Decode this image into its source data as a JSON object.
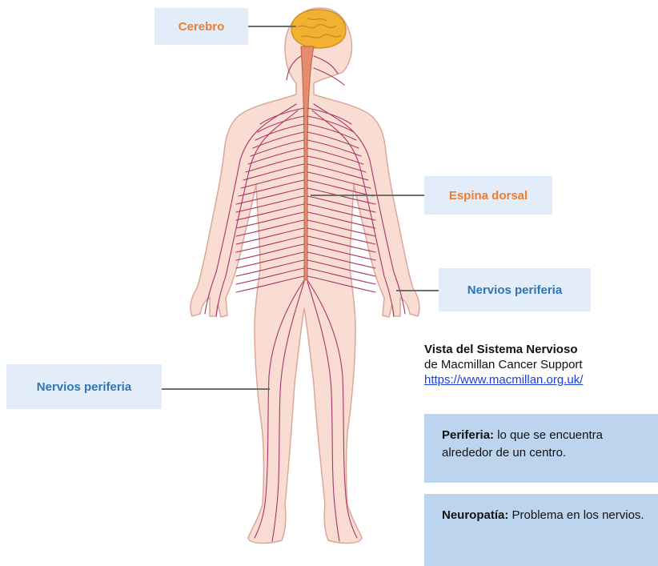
{
  "labels": {
    "brain": "Cerebro",
    "spine": "Espina dorsal",
    "peripheral_right": "Nervios periferia",
    "peripheral_left": "Nervios periferia"
  },
  "caption": {
    "title": "Vista del Sistema Nervioso",
    "credit": "de Macmillan Cancer Support",
    "link": "https://www.macmillan.org.uk/"
  },
  "definitions": [
    {
      "term": "Periferia:",
      "text": " lo que se encuentra alrededor de un centro."
    },
    {
      "term": "Neuropatía:",
      "text": " Problema en los nervios."
    }
  ],
  "colors": {
    "label_bg": "#e3edf9",
    "orange_text": "#ed7d31",
    "blue_text": "#2e75b6",
    "definition_bg": "#bcd4ee",
    "skin": "#f9dcd2",
    "skin_outline": "#d9a89a",
    "nerve": "#a8356a",
    "spinal_cord": "#e58b6e",
    "brain": "#f2b132"
  }
}
